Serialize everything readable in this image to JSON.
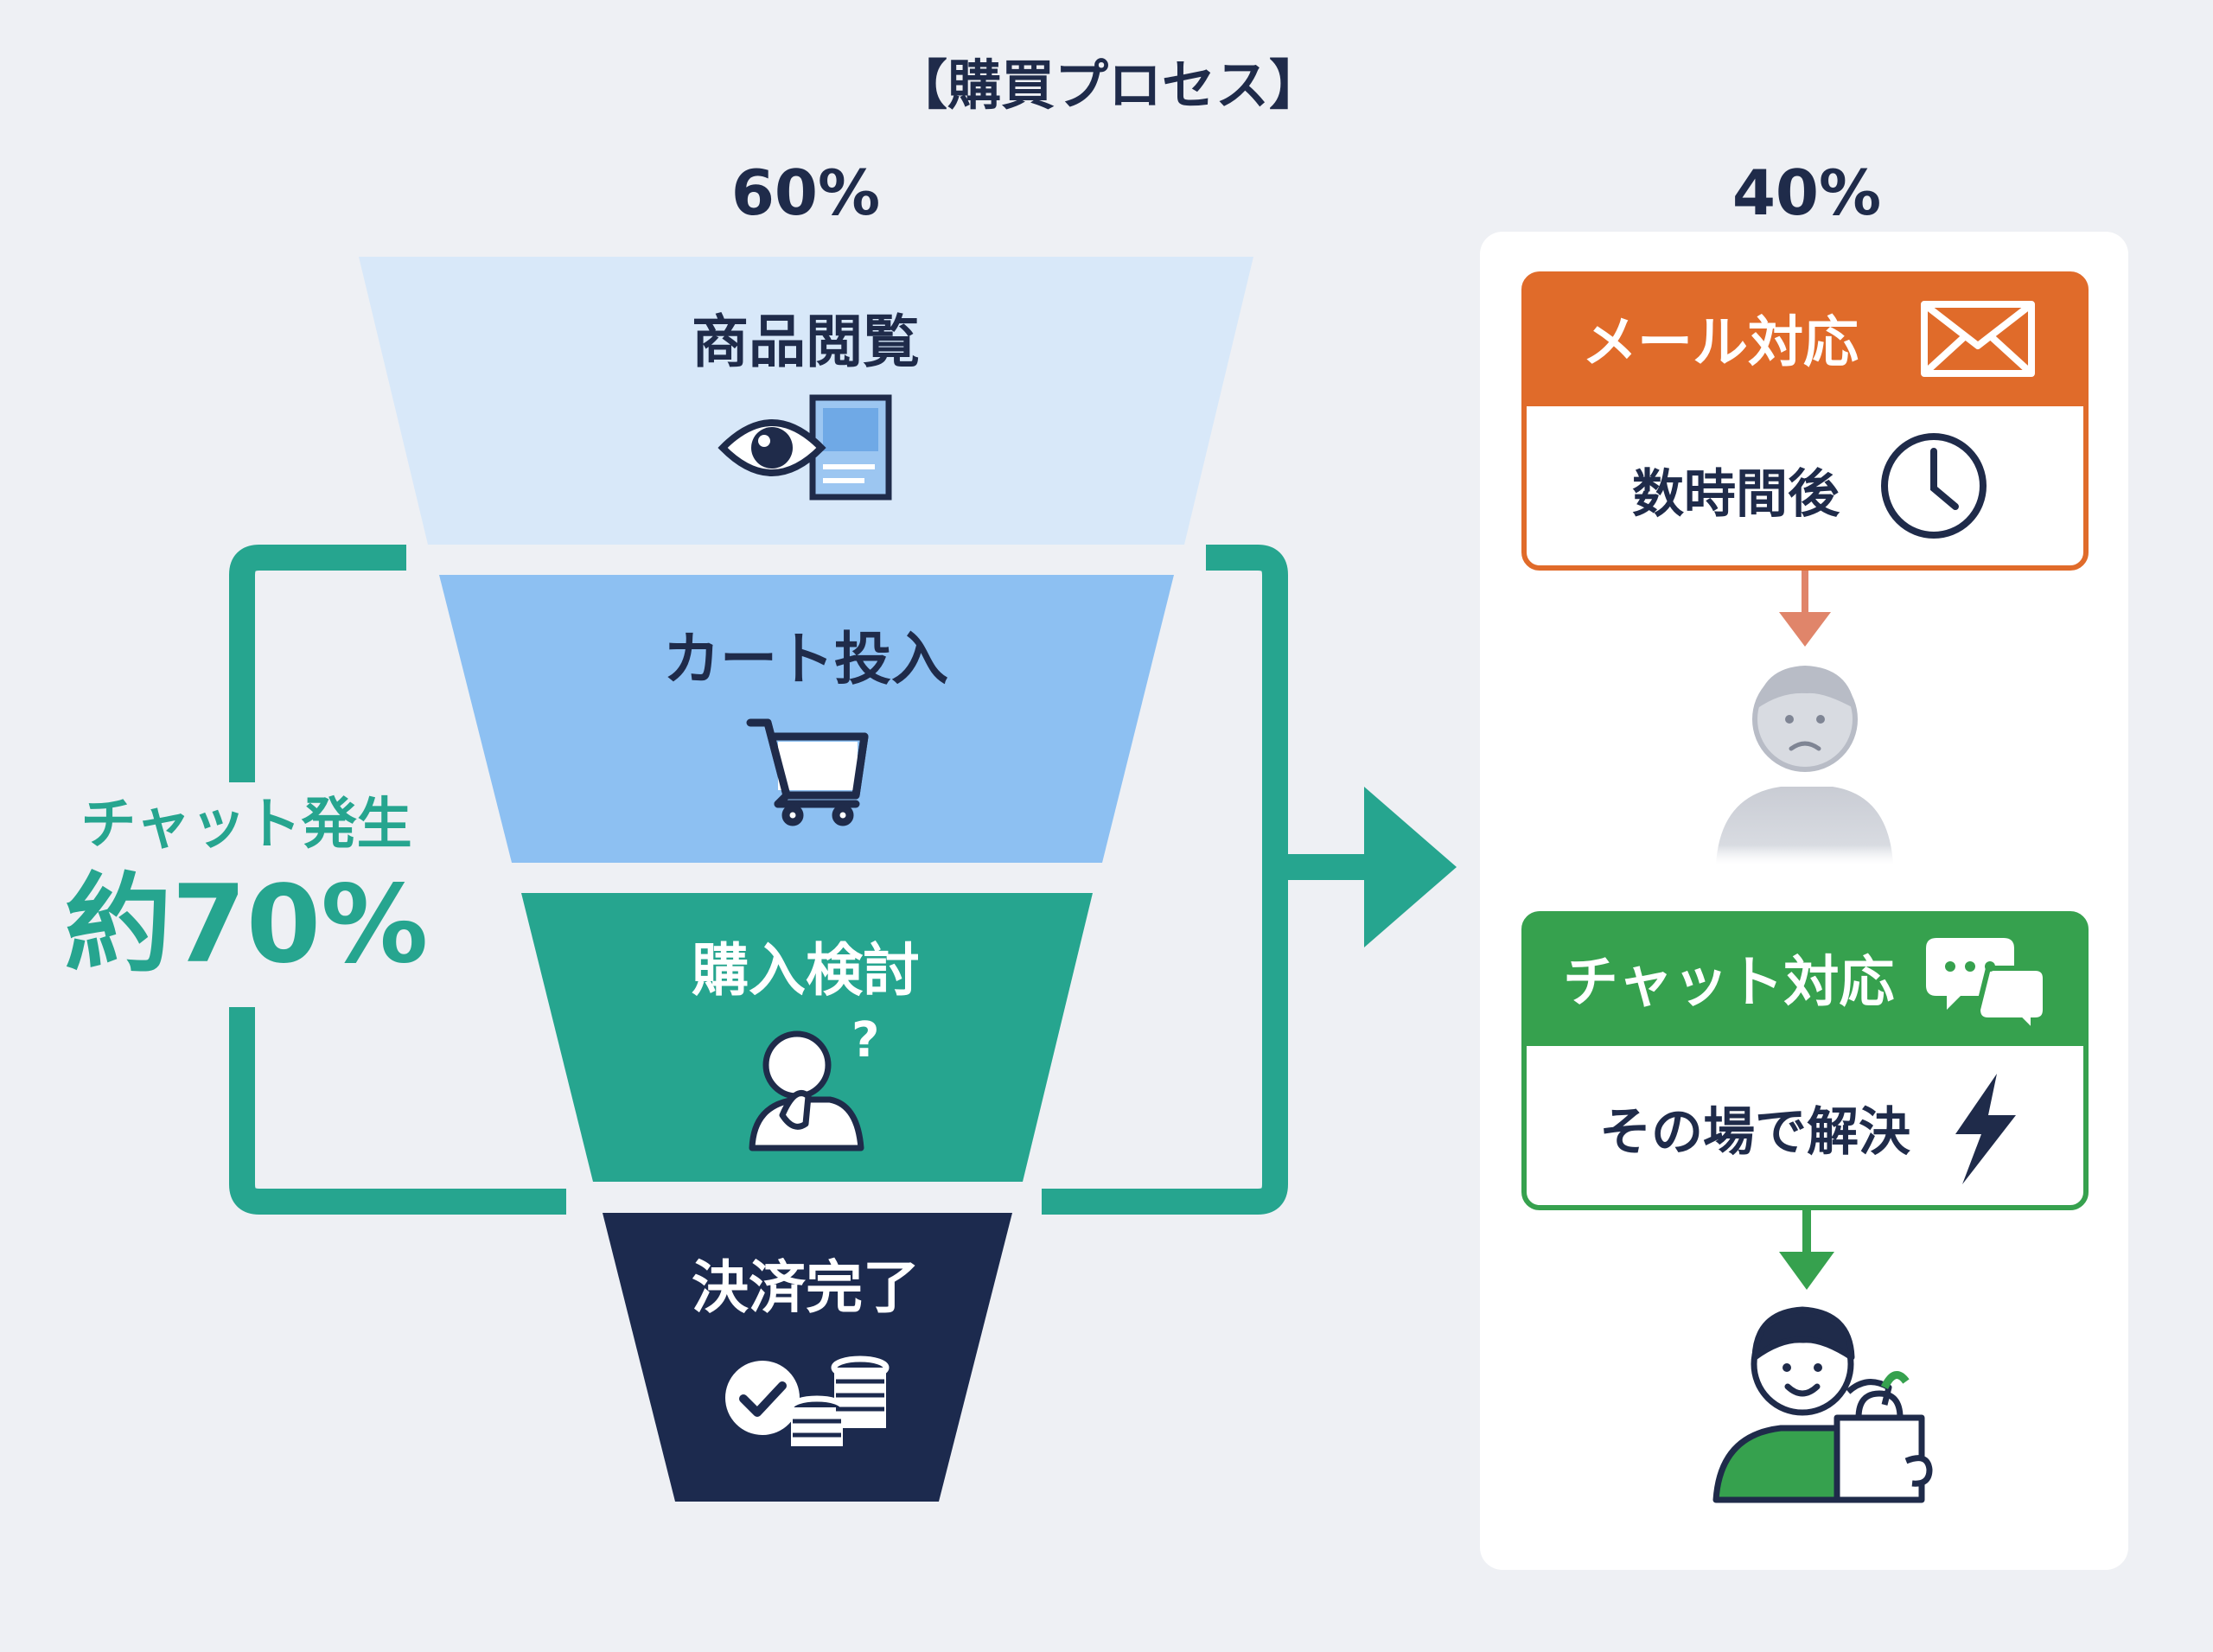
{
  "title": "【購買プロセス】",
  "funnel": {
    "left_percent": "60%",
    "stages": [
      {
        "label": "商品閲覧",
        "fill": "#d8e8f9",
        "text_color": "#1f2b4a",
        "icon": "eye-document-icon"
      },
      {
        "label": "カート投入",
        "fill": "#8dc0f2",
        "text_color": "#1f2b4a",
        "icon": "shopping-cart-icon"
      },
      {
        "label": "購入検討",
        "fill": "#26a58f",
        "text_color": "#ffffff",
        "icon": "thinking-person-icon"
      },
      {
        "label": "決済完了",
        "fill": "#1c2a4e",
        "text_color": "#ffffff",
        "icon": "check-coins-icon"
      }
    ]
  },
  "chat_occurrence": {
    "label": "チャット発生",
    "value": "約70%",
    "color": "#26a58f"
  },
  "right_panel": {
    "percent": "40%",
    "mail": {
      "header": "メール対応",
      "body": "数時間後",
      "color": "#e06b2a",
      "header_icon": "envelope-icon",
      "body_icon": "clock-icon",
      "outcome_icon": "sad-person-icon"
    },
    "chat": {
      "header": "チャット対応",
      "body": "その場で解決",
      "color": "#36a14e",
      "header_icon": "chat-bubbles-icon",
      "body_icon": "lightning-icon",
      "outcome_icon": "happy-shopper-icon"
    }
  }
}
